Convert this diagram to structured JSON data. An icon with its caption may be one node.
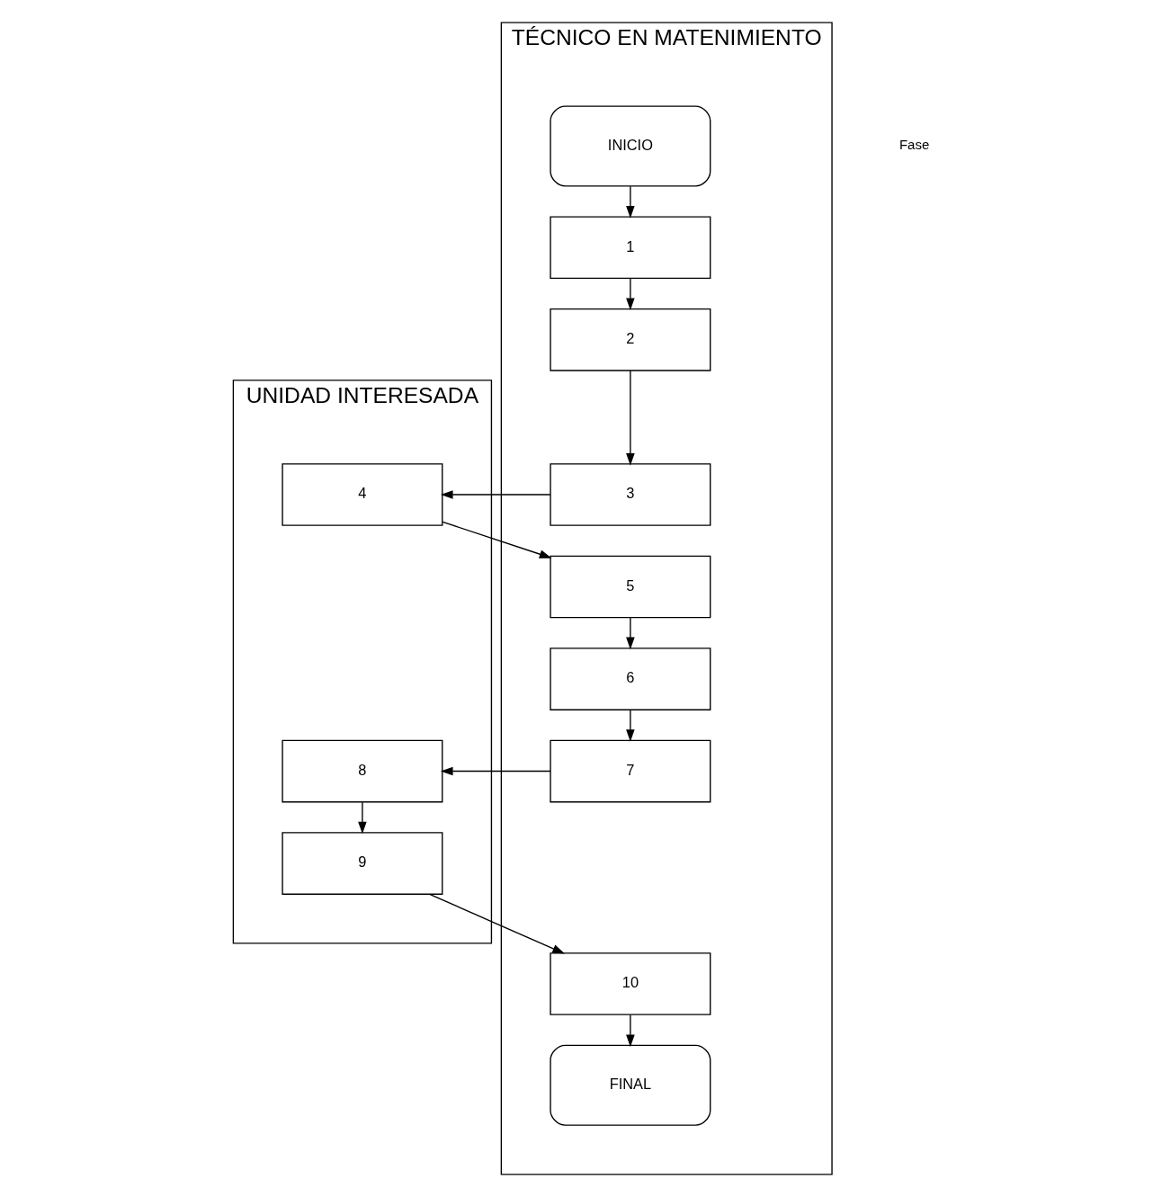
{
  "diagram": {
    "nodes": [
      {
        "text": [
          "UNIDAD INTERESADA"
        ]
      },
      {
        "text": [
          "TÉCNICO EN MATENIMIENTO"
        ]
      },
      {
        "text": [
          "INICIO"
        ],
        "in": 1
      },
      {
        "text": [
          "1"
        ],
        "in": 1
      },
      {
        "text": [
          "2"
        ],
        "in": 1
      },
      {
        "text": [
          "3"
        ],
        "in": 1
      },
      {
        "text": [
          "4"
        ],
        "in": 0
      },
      {
        "text": [
          "5"
        ],
        "in": 1
      },
      {
        "text": [
          "6"
        ],
        "in": 1
      },
      {
        "text": [
          "7"
        ],
        "in": 1
      },
      {
        "text": [
          "8"
        ],
        "in": 0
      },
      {
        "text": [
          "9"
        ],
        "in": 0
      },
      {
        "text": [
          "10"
        ],
        "in": 1
      },
      {
        "text": [
          "FINAL"
        ],
        "in": 1
      }
    ],
    "edges": [
      {
        "from": 2,
        "to": 3,
        "arrow": "to"
      },
      {
        "from": 3,
        "to": 4,
        "arrow": "to"
      },
      {
        "from": 4,
        "to": 5,
        "arrow": "to"
      },
      {
        "from": 5,
        "to": 6,
        "arrow": "to"
      },
      {
        "from": 6,
        "to": 7,
        "arrow": "to"
      },
      {
        "from": 7,
        "to": 8,
        "arrow": "to"
      },
      {
        "from": 8,
        "to": 9,
        "arrow": "to"
      },
      {
        "from": 9,
        "to": 10,
        "arrow": "to"
      },
      {
        "from": 10,
        "to": 11,
        "arrow": "to"
      },
      {
        "from": 11,
        "to": 12,
        "arrow": "to"
      },
      {
        "from": 12,
        "to": 13,
        "arrow": "to"
      }
    ],
    "labels": [
      "Fase"
    ]
  }
}
